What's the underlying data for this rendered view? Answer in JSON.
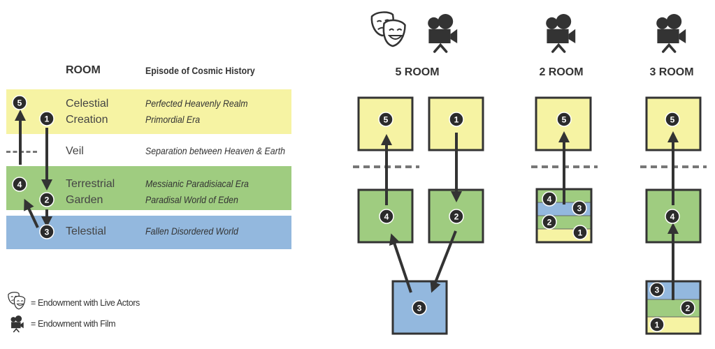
{
  "table": {
    "header_room": "ROOM",
    "header_episode": "Episode of Cosmic History",
    "rows": [
      {
        "room_lines": [
          "Celestial",
          "Creation"
        ],
        "episode_lines": [
          "Perfected Heavenly Realm",
          "Primordial Era"
        ],
        "color": "#f6f3a3"
      },
      {
        "room_lines": [
          "Veil"
        ],
        "episode_lines": [
          "Separation between Heaven & Earth"
        ],
        "color": "#ffffff"
      },
      {
        "room_lines": [
          "Terrestrial",
          "Garden"
        ],
        "episode_lines": [
          "Messianic Paradisiacal Era",
          "Paradisal World of Eden"
        ],
        "color": "#9fcc80"
      },
      {
        "room_lines": [
          "Telestial"
        ],
        "episode_lines": [
          "Fallen Disordered World"
        ],
        "color": "#93b8de"
      }
    ],
    "steps": [
      "1",
      "2",
      "3",
      "4",
      "5"
    ]
  },
  "legend": {
    "items": [
      {
        "icon": "theater-masks-icon",
        "text": "= Endowment with Live Actors"
      },
      {
        "icon": "movie-camera-icon",
        "text": "= Endowment with Film"
      }
    ]
  },
  "columns": [
    {
      "title": "5 ROOM",
      "icons": [
        "theater-masks-icon",
        "movie-camera-icon"
      ],
      "steps": [
        "5",
        "1",
        "4",
        "2",
        "3"
      ]
    },
    {
      "title": "2 ROOM",
      "icons": [
        "movie-camera-icon"
      ],
      "steps": [
        "5",
        "4",
        "3",
        "2",
        "1"
      ]
    },
    {
      "title": "3 ROOM",
      "icons": [
        "movie-camera-icon"
      ],
      "steps": [
        "5",
        "4",
        "3",
        "2",
        "1"
      ]
    }
  ],
  "colors": {
    "celestial": "#f6f3a3",
    "terrestrial": "#9fcc80",
    "telestial": "#93b8de",
    "ink": "#333333",
    "veil": "#777777"
  }
}
